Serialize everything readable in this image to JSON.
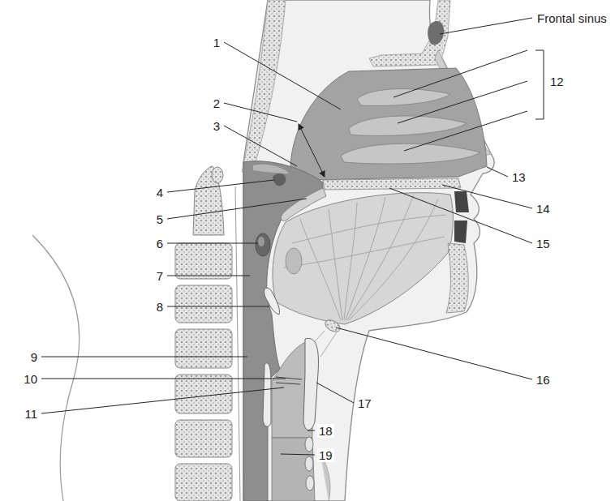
{
  "diagram": {
    "labels": [
      "Frontal sinus",
      "1",
      "2",
      "3",
      "4",
      "5",
      "6",
      "7",
      "8",
      "9",
      "10",
      "11",
      "12",
      "13",
      "14",
      "15",
      "16",
      "17",
      "18",
      "19"
    ]
  }
}
